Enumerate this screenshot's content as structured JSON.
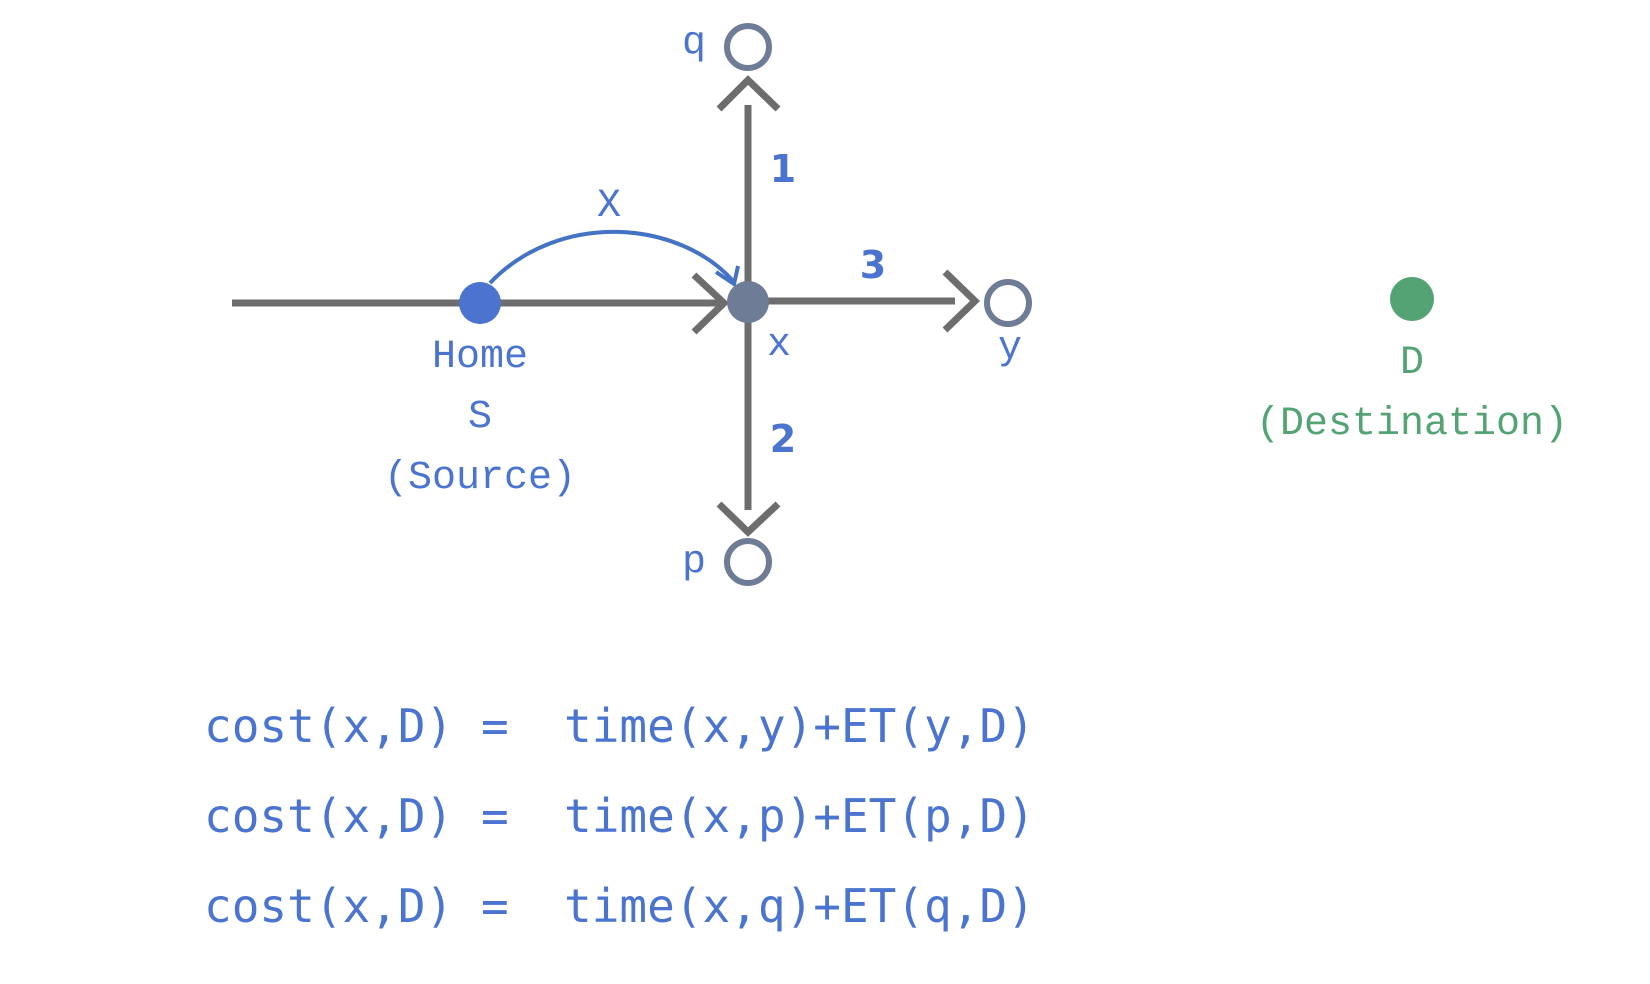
{
  "nodes": {
    "home": {
      "label_lines": [
        "Home",
        "S",
        "(Source)"
      ]
    },
    "x": {
      "label": "x"
    },
    "q": {
      "label": "q"
    },
    "p": {
      "label": "p"
    },
    "y": {
      "label": "y"
    },
    "destination": {
      "label_lines": [
        "D",
        "(Destination)"
      ]
    }
  },
  "edges": {
    "to_q": {
      "weight": "1"
    },
    "to_p": {
      "weight": "2"
    },
    "to_y": {
      "weight": "3"
    },
    "home_to_x_arc": {
      "label": "X"
    }
  },
  "equations": [
    "cost(x,D) =  time(x,y)+ET(y,D)",
    "cost(x,D) =  time(x,p)+ET(p,D)",
    "cost(x,D) =  time(x,q)+ET(q,D)"
  ],
  "colors": {
    "home_node": "#4a74cf",
    "x_node": "#6e7c95",
    "destination_node": "#54a374",
    "edges": "#6d6d6d",
    "text": "#4a74cf",
    "destination_text": "#54a374"
  }
}
